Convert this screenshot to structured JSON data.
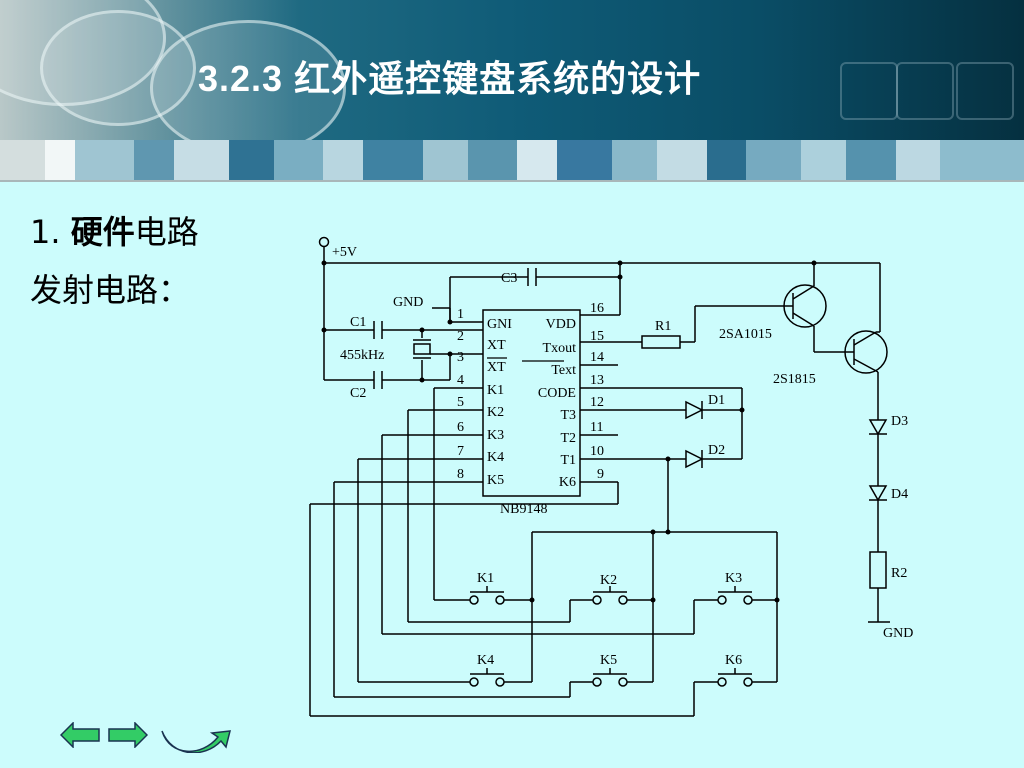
{
  "slide": {
    "title": "3.2.3  红外遥控键盘系统的设计",
    "line1_prefix": "1.  ",
    "line1_bold": "硬件",
    "line1_rest": "电路",
    "line2": "发射电路："
  },
  "diagram": {
    "vcc_label": "+5V",
    "gnd_label": "GND",
    "chip_name": "NB9148",
    "pins": {
      "gni": "GNI",
      "vdd": "VDD",
      "xt": "XT",
      "xt_bar": "XT",
      "txout": "Txout",
      "text": "Text",
      "k1": "K1",
      "code": "CODE",
      "k2": "K2",
      "t3": "T3",
      "k3": "K3",
      "t2": "T2",
      "k4": "K4",
      "t1": "T1",
      "k5": "K5",
      "k6": "K6"
    },
    "pin_numbers": {
      "p1": "1",
      "p2": "2",
      "p3": "3",
      "p4": "4",
      "p5": "5",
      "p6": "6",
      "p7": "7",
      "p8": "8",
      "p9": "9",
      "p10": "10",
      "p11": "11",
      "p12": "12",
      "p13": "13",
      "p14": "14",
      "p15": "15",
      "p16": "16"
    },
    "components": {
      "c1": "C1",
      "c2": "C2",
      "c3": "C3",
      "crystal": "455kHz",
      "r1": "R1",
      "r2": "R2",
      "q1": "2SA1015",
      "q2": "2S1815",
      "d1": "D1",
      "d2": "D2",
      "d3": "D3",
      "d4": "D4",
      "gnd_bottom": "GND"
    },
    "keys": {
      "k1": "K1",
      "k2": "K2",
      "k3": "K3",
      "k4": "K4",
      "k5": "K5",
      "k6": "K6"
    }
  },
  "nav": {
    "prev": "previous-arrow",
    "next": "next-arrow",
    "return": "return-arrow"
  },
  "colors": {
    "background": "#ccfcfc",
    "title_text": "#ffffff",
    "nav_fill": "#33cc66"
  }
}
